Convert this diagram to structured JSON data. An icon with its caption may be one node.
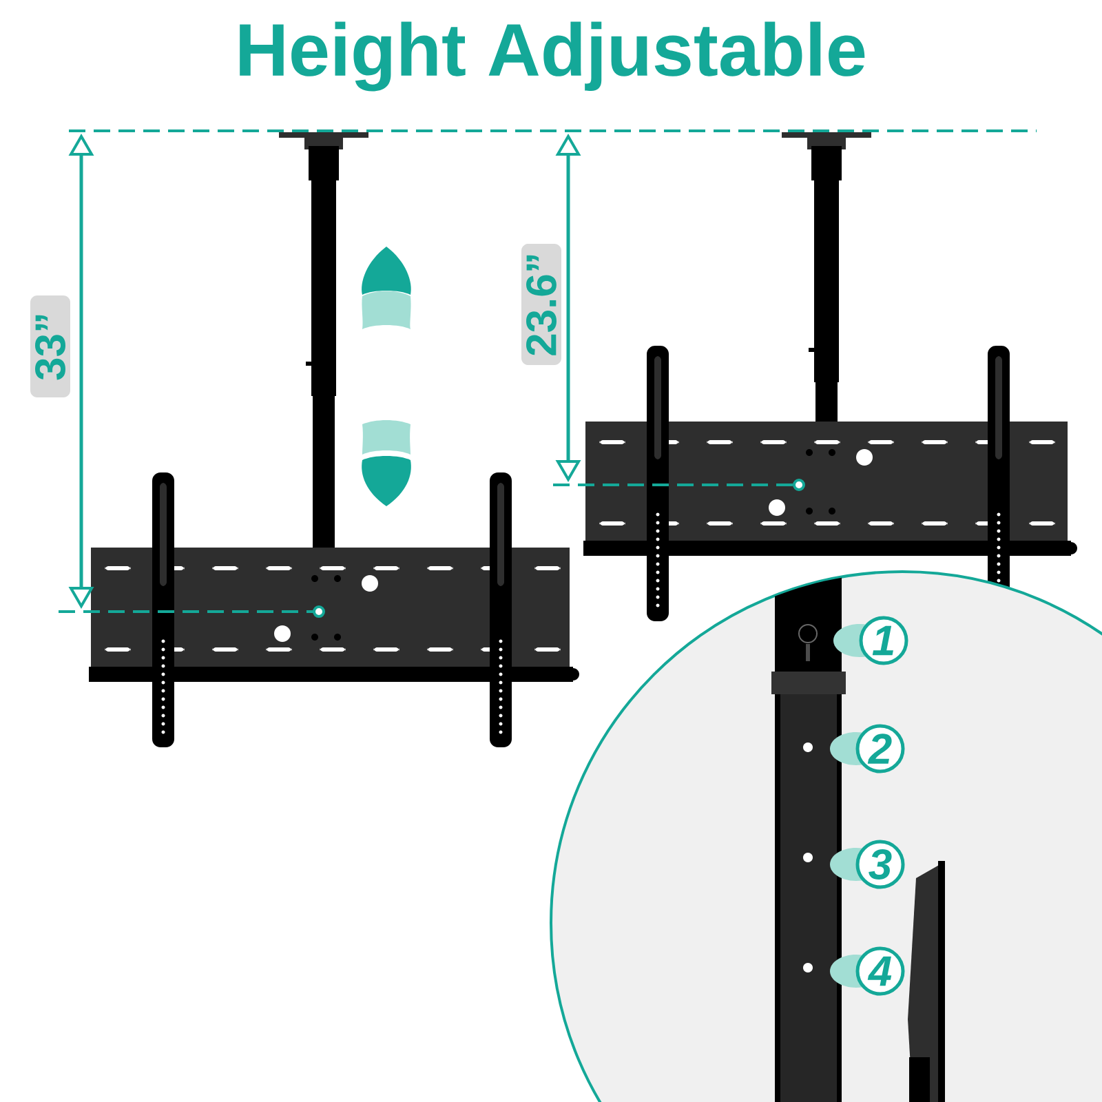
{
  "diagram": {
    "title": "Height Adjustable",
    "labels": [
      "33”",
      "23.6”",
      "1",
      "2",
      "3",
      "4"
    ]
  }
}
